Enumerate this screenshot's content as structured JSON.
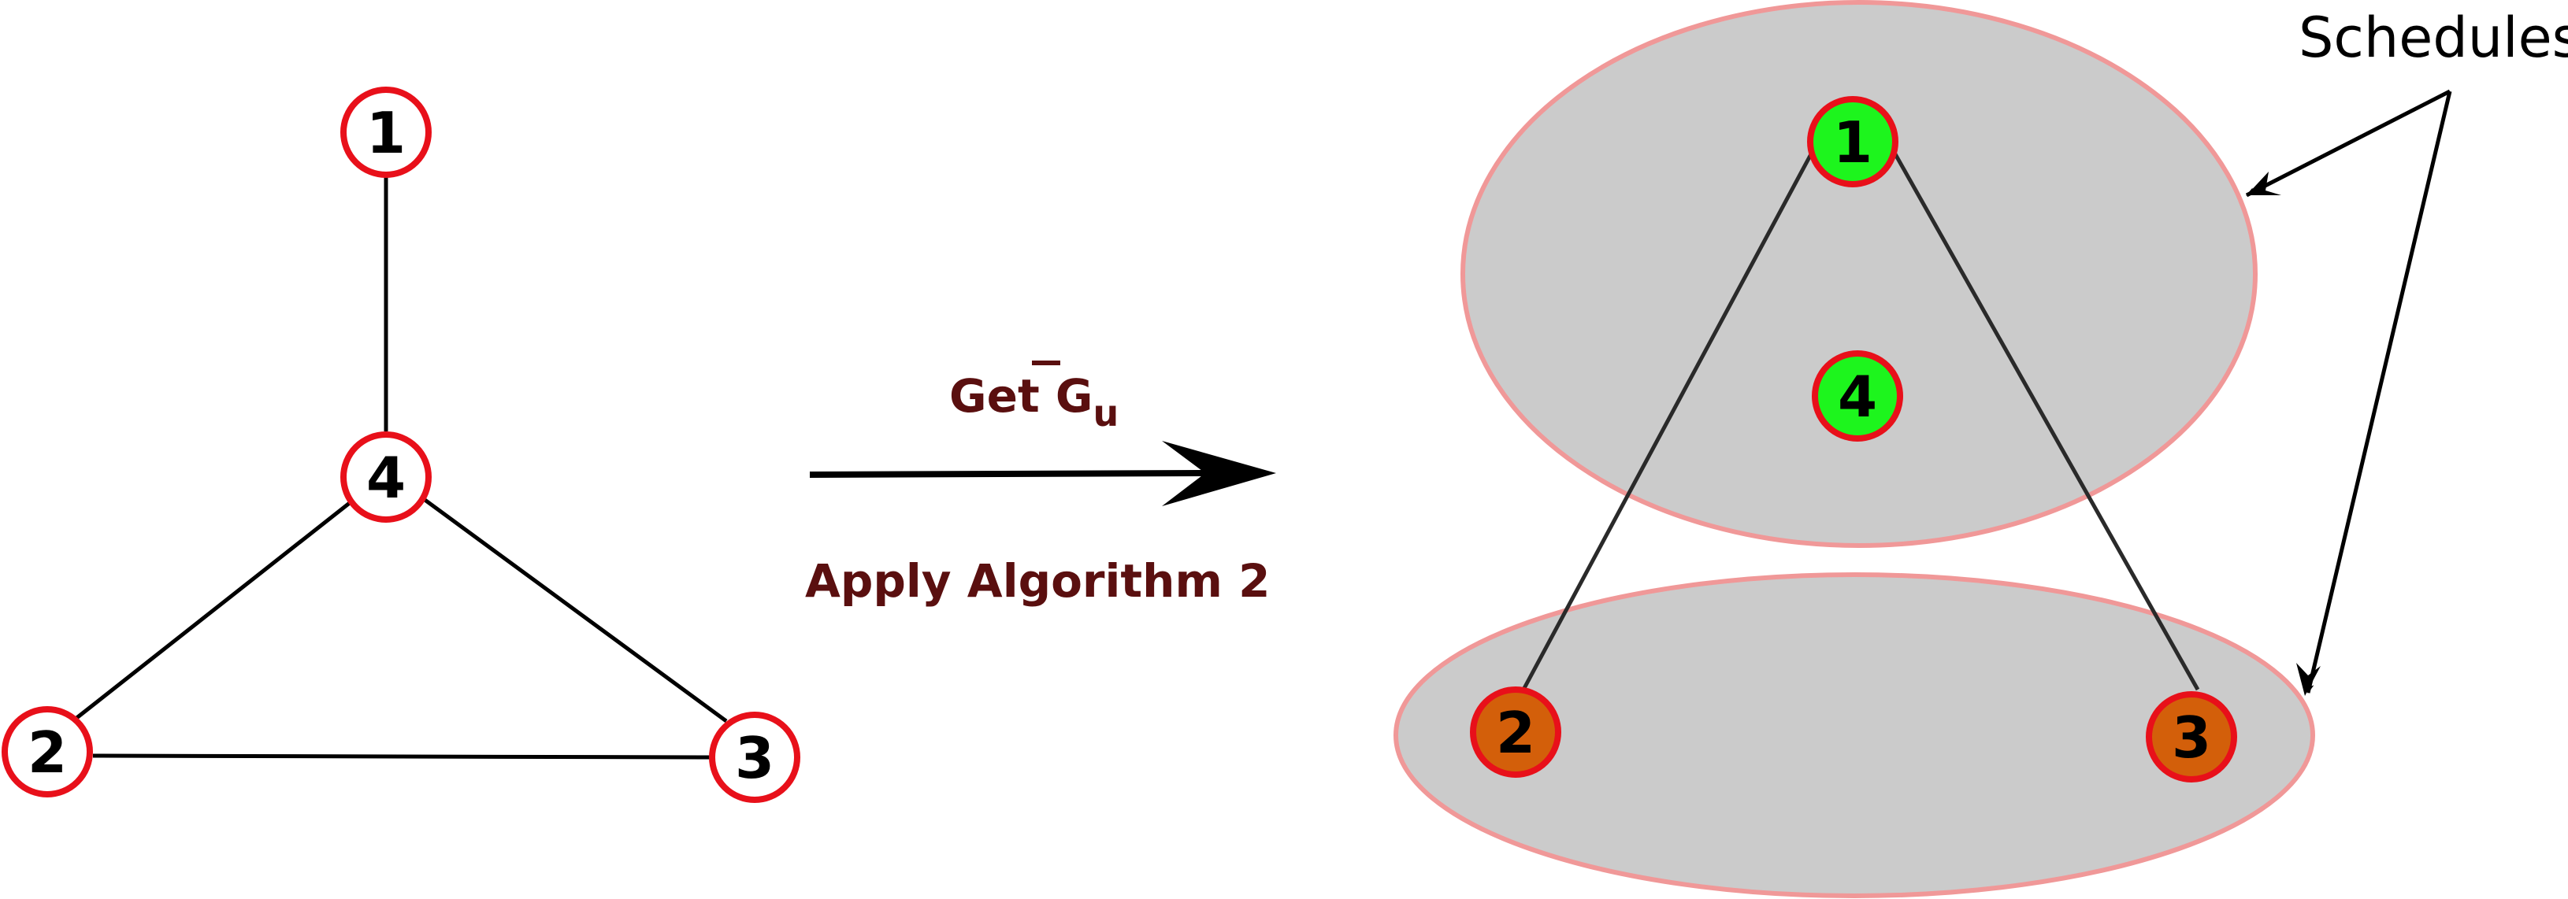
{
  "left_graph": {
    "nodes": [
      {
        "id": "1",
        "label": "1"
      },
      {
        "id": "2",
        "label": "2"
      },
      {
        "id": "3",
        "label": "3"
      },
      {
        "id": "4",
        "label": "4"
      }
    ],
    "edges": [
      [
        "1",
        "4"
      ],
      [
        "4",
        "2"
      ],
      [
        "4",
        "3"
      ],
      [
        "2",
        "3"
      ]
    ]
  },
  "transform": {
    "top_text": "Get G",
    "top_subscript": "u",
    "bottom_text": "Apply Algorithm 2"
  },
  "right_graph": {
    "schedules_label": "Schedules",
    "nodes": [
      {
        "id": "1",
        "label": "1",
        "group": "top"
      },
      {
        "id": "4",
        "label": "4",
        "group": "top"
      },
      {
        "id": "2",
        "label": "2",
        "group": "bottom"
      },
      {
        "id": "3",
        "label": "3",
        "group": "bottom"
      }
    ],
    "edges": [
      [
        "1",
        "2"
      ],
      [
        "1",
        "3"
      ]
    ]
  },
  "colors": {
    "node_outline": "#e8101a",
    "edge": "#000000",
    "caption": "#5a0f0f",
    "schedule_fill": "#cbcbcb",
    "schedule_outline": "#f09898",
    "top_group_fill": "#1df51d",
    "bottom_group_fill": "#d35f0a"
  }
}
